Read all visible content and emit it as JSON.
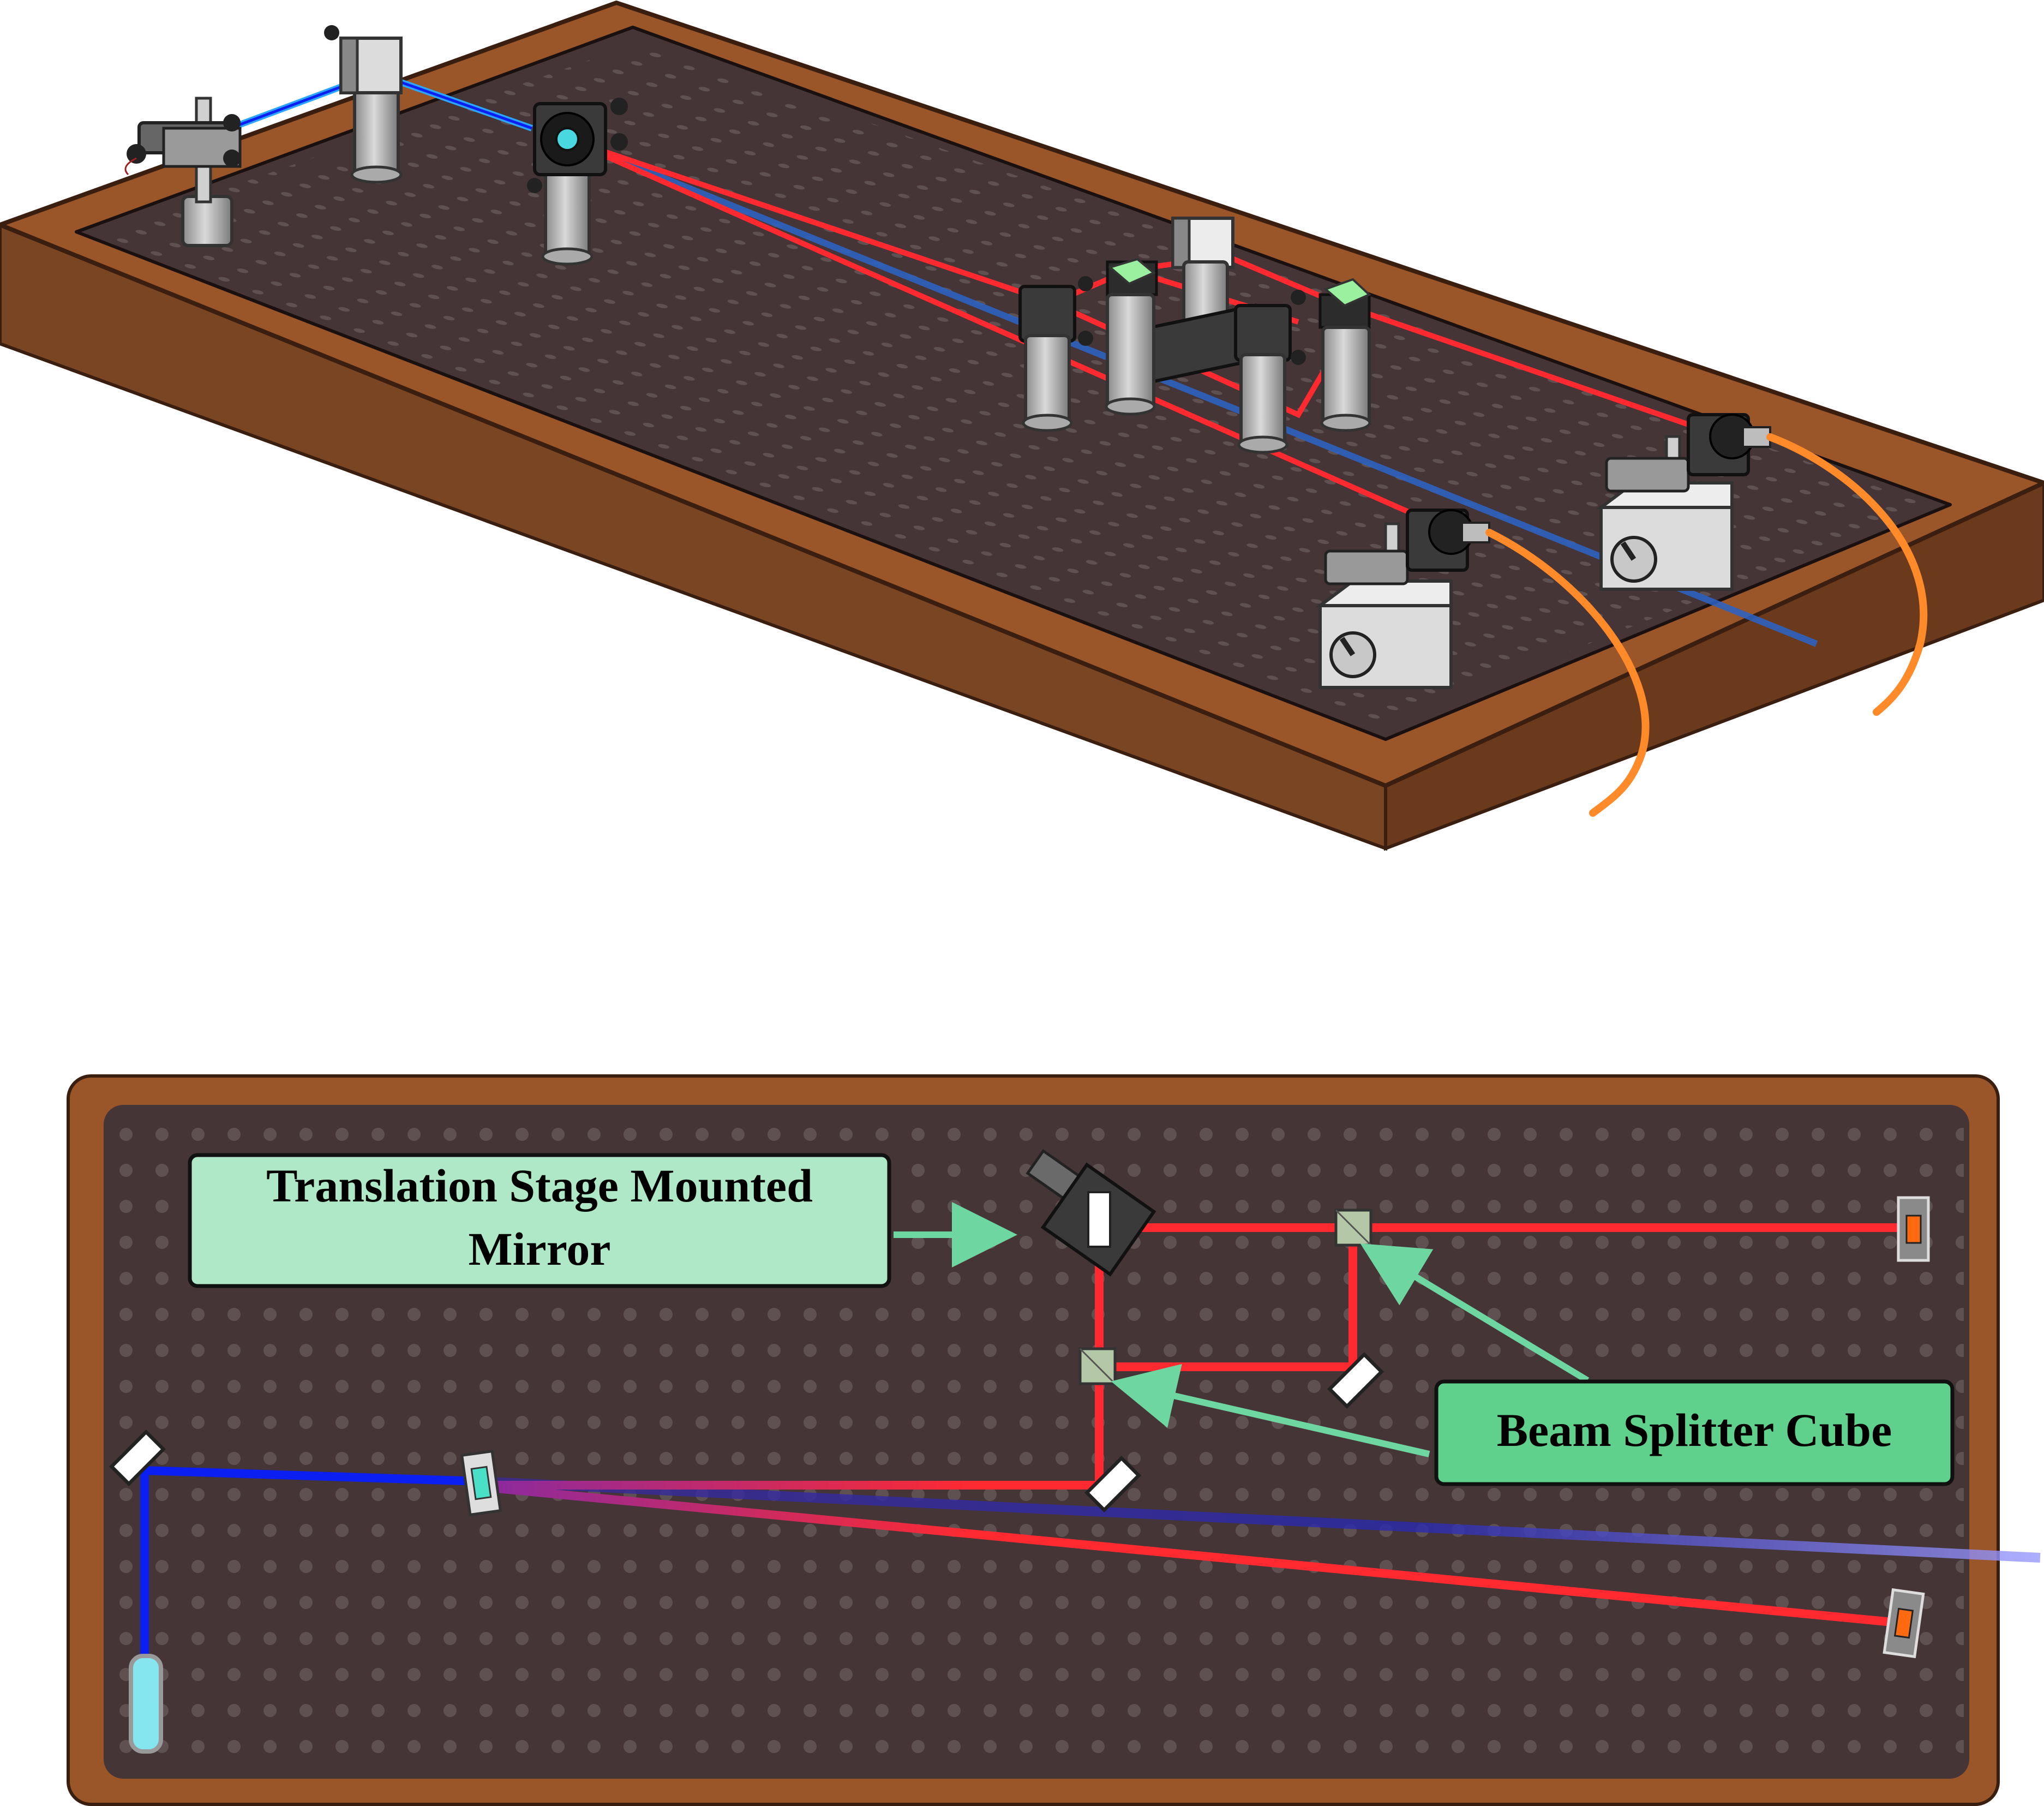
{
  "labels": {
    "translation_stage_line1": "Translation Stage Mounted",
    "translation_stage_line2": "Mirror",
    "beam_splitter": "Beam Splitter Cube"
  },
  "colors": {
    "table_wood": "#9a5528",
    "table_wood_side": "#7a4523",
    "breadboard": "#453536",
    "hole": "#5f5152",
    "laser_red": "#ff2a30",
    "laser_blue": "#0b1ff2",
    "laser_cyan": "#2aa6ff",
    "fiber_orange": "#ff8a2a",
    "label_fill_light": "#aee8c6",
    "label_fill": "#5fd18c",
    "arrow": "#6ed6a0"
  }
}
